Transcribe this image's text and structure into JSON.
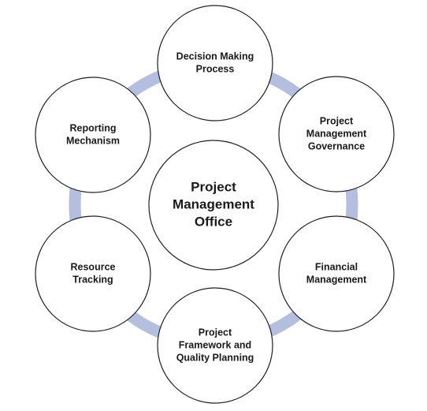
{
  "diagram": {
    "center": {
      "lines": [
        "Project",
        "Management",
        "Office"
      ]
    },
    "nodes": [
      {
        "id": "decision-making-process",
        "lines": [
          "Decision Making",
          "Process"
        ]
      },
      {
        "id": "project-management-governance",
        "lines": [
          "Project",
          "Management",
          "Governance"
        ]
      },
      {
        "id": "financial-management",
        "lines": [
          "Financial",
          "Management"
        ]
      },
      {
        "id": "project-framework-quality-planning",
        "lines": [
          "Project",
          "Framework and",
          "Quality Planning"
        ]
      },
      {
        "id": "resource-tracking",
        "lines": [
          "Resource",
          "Tracking"
        ]
      },
      {
        "id": "reporting-mechanism",
        "lines": [
          "Reporting",
          "Mechanism"
        ]
      }
    ],
    "colors": {
      "ring": "#b4bfe0",
      "circle_stroke": "#1f1f1f",
      "circle_fill": "#ffffff",
      "text": "#1a1a1a"
    }
  }
}
